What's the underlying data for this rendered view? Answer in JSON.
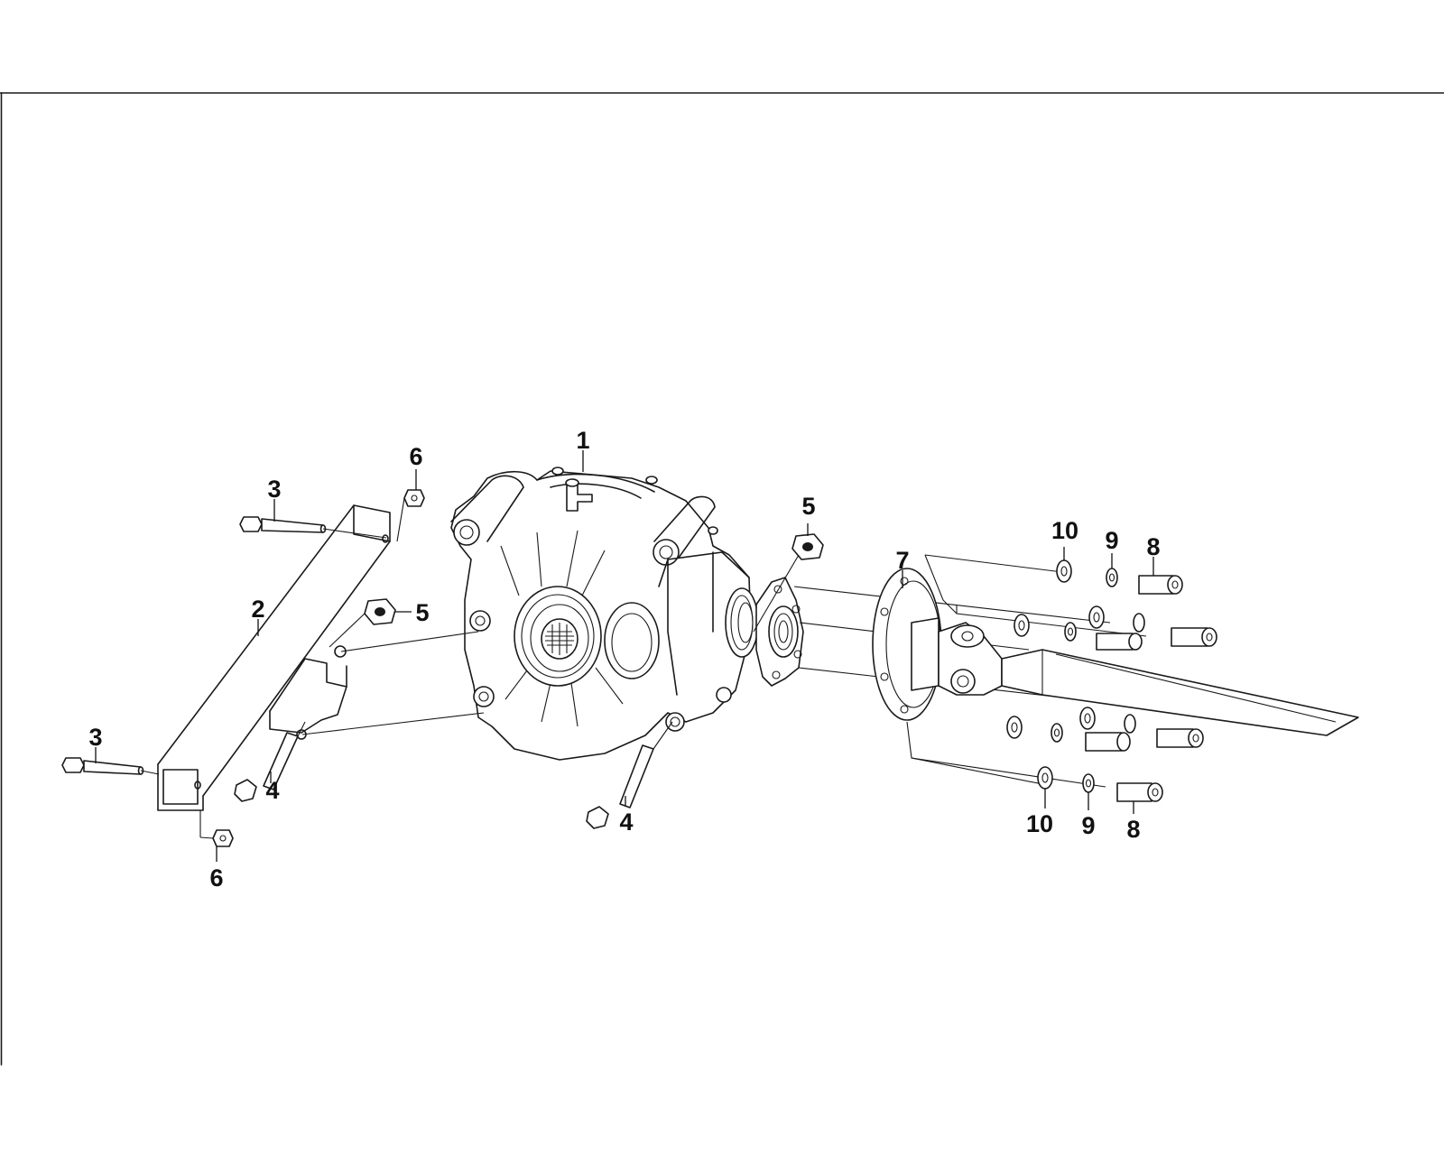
{
  "diagram": {
    "frame_color": "#1a1a1a",
    "callouts": [
      {
        "id": "c1",
        "label": "1"
      },
      {
        "id": "c2",
        "label": "2"
      },
      {
        "id": "c3a",
        "label": "3"
      },
      {
        "id": "c3b",
        "label": "3"
      },
      {
        "id": "c4a",
        "label": "4"
      },
      {
        "id": "c4b",
        "label": "4"
      },
      {
        "id": "c5a",
        "label": "5"
      },
      {
        "id": "c5b",
        "label": "5"
      },
      {
        "id": "c6a",
        "label": "6"
      },
      {
        "id": "c6b",
        "label": "6"
      },
      {
        "id": "c7",
        "label": "7"
      },
      {
        "id": "c8a",
        "label": "8"
      },
      {
        "id": "c8b",
        "label": "8"
      },
      {
        "id": "c9a",
        "label": "9"
      },
      {
        "id": "c9b",
        "label": "9"
      },
      {
        "id": "c10a",
        "label": "10"
      },
      {
        "id": "c10b",
        "label": "10"
      }
    ]
  }
}
